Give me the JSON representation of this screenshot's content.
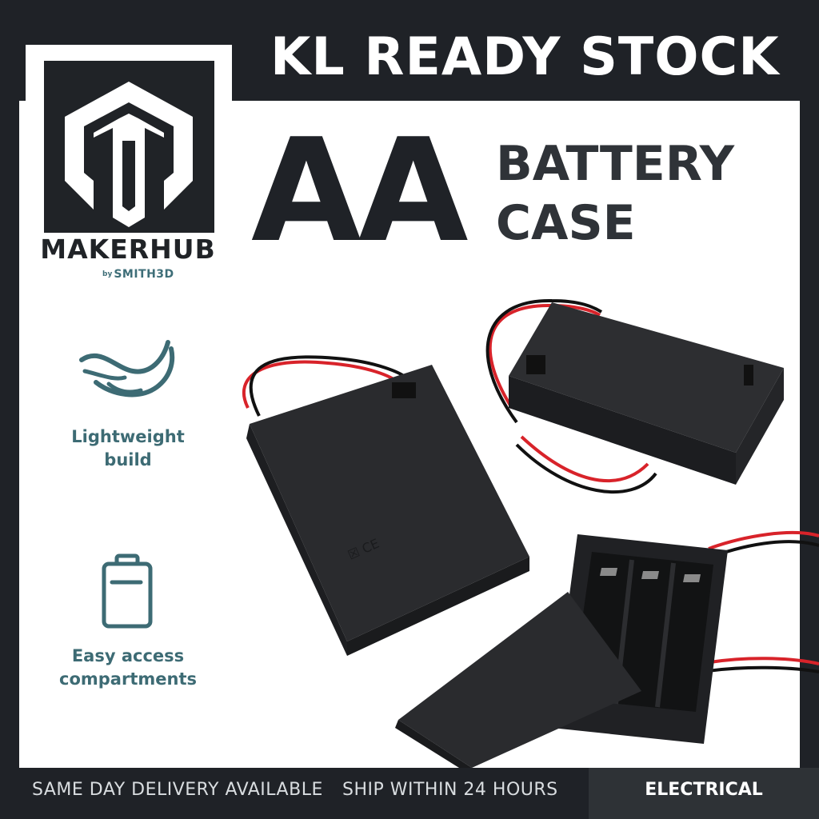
{
  "brand": {
    "name": "MAKERHUB",
    "by": "by",
    "maker": "SMITH3D"
  },
  "headline": "KL READY STOCK",
  "product": {
    "big": "AA",
    "line1": "BATTERY",
    "line2": "CASE"
  },
  "features": [
    {
      "icon": "feather-icon",
      "label_line1": "Lightweight",
      "label_line2": "build"
    },
    {
      "icon": "battery-icon",
      "label_line1": "Easy access",
      "label_line2": "compartments"
    }
  ],
  "footer": {
    "delivery": "SAME DAY DELIVERY AVAILABLE",
    "shipping": "SHIP WITHIN 24 HOURS",
    "category": "ELECTRICAL"
  },
  "colors": {
    "dark": "#1f2227",
    "accent": "#3d6b74",
    "footer_category_bg": "#2e3236"
  }
}
